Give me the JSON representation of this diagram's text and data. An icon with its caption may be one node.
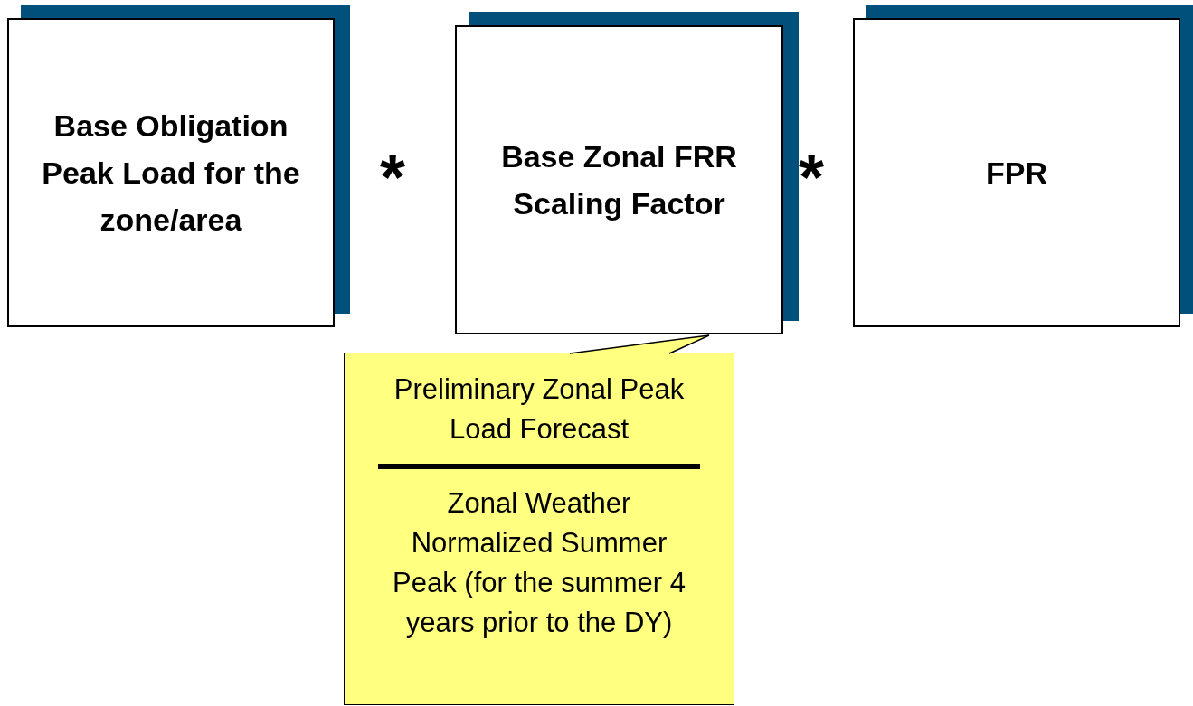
{
  "diagram": {
    "nodes": [
      {
        "text": [
          "Base Obligation Peak Load for the zone/area"
        ]
      },
      {
        "text": [
          "Base Zonal FRR Scaling Factor"
        ]
      },
      {
        "text": [
          "FPR"
        ]
      },
      {
        "text": [
          "Preliminary Zonal Peak Load Forecast",
          "Zonal Weather Normalized Summer Peak (for the summer 4 years prior to the DY)"
        ]
      }
    ],
    "edges": [
      {
        "from": 3,
        "to": 1,
        "arrow": "none"
      }
    ],
    "labels": [
      "*",
      "*"
    ]
  }
}
